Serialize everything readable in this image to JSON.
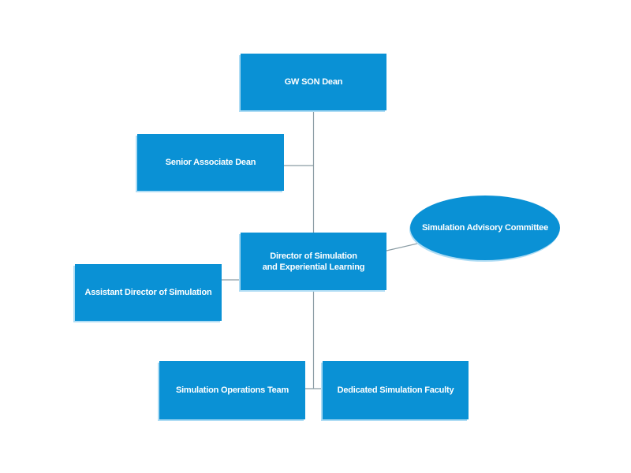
{
  "chart_meta": {
    "type": "org-chart",
    "description": "Simulation program organizational chart"
  },
  "colors": {
    "page_bg": "#ffffff",
    "node_fill": "#0a91d5",
    "node_text": "#ffffff",
    "connector": "#8a9ca4",
    "shadow_edge": "#aedcf4"
  },
  "nodes": {
    "dean": {
      "label": "GW SON Dean",
      "shape": "rectangle"
    },
    "senior_associate": {
      "label": "Senior Associate Dean",
      "shape": "rectangle"
    },
    "director": {
      "label": "Director of Simulation\nand Experiential Learning",
      "shape": "rectangle"
    },
    "advisory_committee": {
      "label": "Simulation Advisory Committee",
      "shape": "ellipse"
    },
    "assistant_director": {
      "label": "Assistant Director of Simulation",
      "shape": "rectangle"
    },
    "operations_team": {
      "label": "Simulation Operations Team",
      "shape": "rectangle"
    },
    "dedicated_faculty": {
      "label": "Dedicated Simulation Faculty",
      "shape": "rectangle"
    }
  },
  "edges": [
    {
      "from": "dean",
      "to": "director"
    },
    {
      "from": "senior_associate",
      "to": "director",
      "via": "dean-director trunk"
    },
    {
      "from": "director",
      "to": "advisory_committee",
      "style": "diagonal"
    },
    {
      "from": "assistant_director",
      "to": "director"
    },
    {
      "from": "director",
      "to": "operations_team",
      "via": "bottom trunk"
    },
    {
      "from": "director",
      "to": "dedicated_faculty",
      "via": "bottom trunk"
    }
  ]
}
